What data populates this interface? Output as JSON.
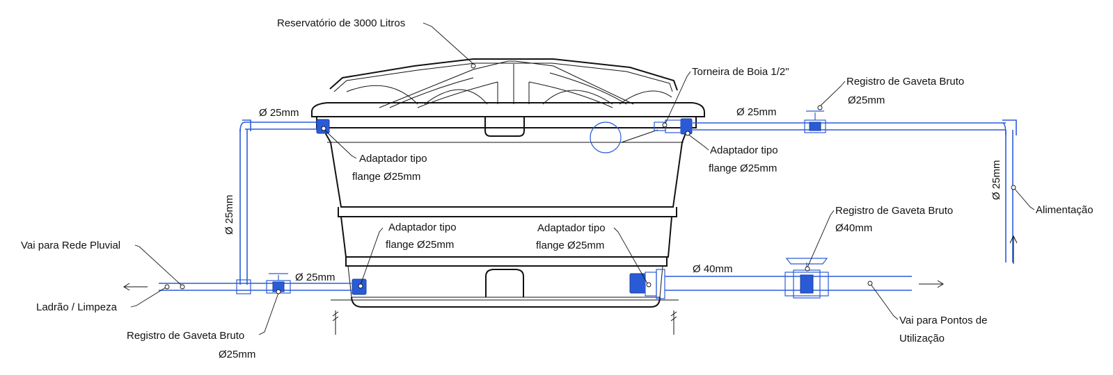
{
  "colors": {
    "pipe": "#2a5bd7",
    "line": "#111111",
    "background": "#ffffff"
  },
  "labels": {
    "reservoir": "Reservatório de 3000 Litros",
    "float_tap": "Torneira de Boia 1/2\"",
    "gate_valve_top_line1": "Registro de Gaveta Bruto",
    "gate_valve_top_line2": "Ø25mm",
    "supply_pipe_diameter": "Ø 25mm",
    "left_top_pipe_diameter": "Ø 25mm",
    "left_vertical_pipe_diameter": "Ø 25mm",
    "right_vertical_pipe_diameter": "Ø 25mm",
    "adapter_top_left_line1": "Adaptador tipo",
    "adapter_top_left_line2": "flange Ø25mm",
    "adapter_top_right_line1": "Adaptador tipo",
    "adapter_top_right_line2": "flange Ø25mm",
    "adapter_bottom_left_line1": "Adaptador tipo",
    "adapter_bottom_left_line2": "flange Ø25mm",
    "adapter_bottom_right_line1": "Adaptador tipo",
    "adapter_bottom_right_line2": "flange Ø25mm",
    "supply": "Alimentação",
    "gate_valve_40_line1": "Registro de Gaveta Bruto",
    "gate_valve_40_line2": "Ø40mm",
    "outlet_pipe_diameter": "Ø 40mm",
    "to_usage_line1": "Vai para Pontos de",
    "to_usage_line2": "Utilização",
    "to_storm": "Vai para Rede Pluvial",
    "overflow": "Ladrão / Limpeza",
    "gate_valve_bottom_line1": "Registro de Gaveta Bruto",
    "gate_valve_bottom_line2": "Ø25mm",
    "bottom_left_pipe_diameter": "Ø 25mm"
  }
}
